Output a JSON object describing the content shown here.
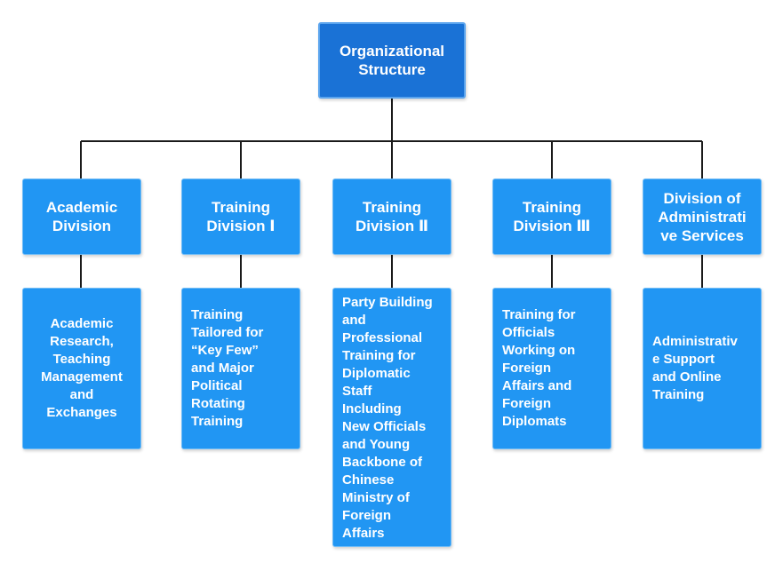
{
  "root": {
    "label": "Organizational\nStructure"
  },
  "divisions": [
    {
      "title": "Academic\nDivision",
      "description": "Academic\nResearch,\nTeaching\nManagement\nand\nExchanges"
    },
    {
      "title": "Training\nDivision Ⅰ",
      "description": "Training\nTailored for\n“Key Few”\nand Major\nPolitical\nRotating\nTraining"
    },
    {
      "title": "Training\nDivision Ⅱ",
      "description": "Party Building\nand\nProfessional\nTraining for\nDiplomatic\nStaff\nIncluding\nNew Officials\nand Young\nBackbone of\nChinese\nMinistry of\nForeign\nAffairs"
    },
    {
      "title": "Training\nDivision Ⅲ",
      "description": "Training for\nOfficials\nWorking on\nForeign\nAffairs and\nForeign\nDiplomats"
    },
    {
      "title": "Division of\nAdministrati\nve Services",
      "description": "Administrativ\ne Support\nand Online\nTraining"
    }
  ],
  "colors": {
    "box": "#2196f3",
    "root": "#1a72d6",
    "connector": "#1a1a1a",
    "text": "#ffffff"
  }
}
